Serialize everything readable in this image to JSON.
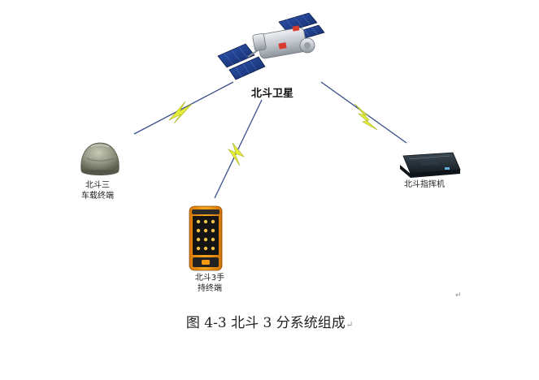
{
  "diagram": {
    "satellite_label": "北斗卫星",
    "vehicle_terminal_label": [
      "北斗三",
      "车载终端"
    ],
    "handheld_terminal_label": [
      "北斗3手",
      "持终端"
    ],
    "command_machine_label": "北斗指挥机",
    "caption": "图 4-3  北斗 3 分系统组成",
    "paragraph_mark": "↵"
  },
  "colors": {
    "link_line": "#3a4f8c",
    "lightning": "#e4ee3a",
    "solar_panel": "#1f3e8f",
    "station_body": "#c9cdd3",
    "accent_red": "#d83a2c",
    "handheld_body": "#f39a12",
    "command_box": "#1e2a33"
  }
}
